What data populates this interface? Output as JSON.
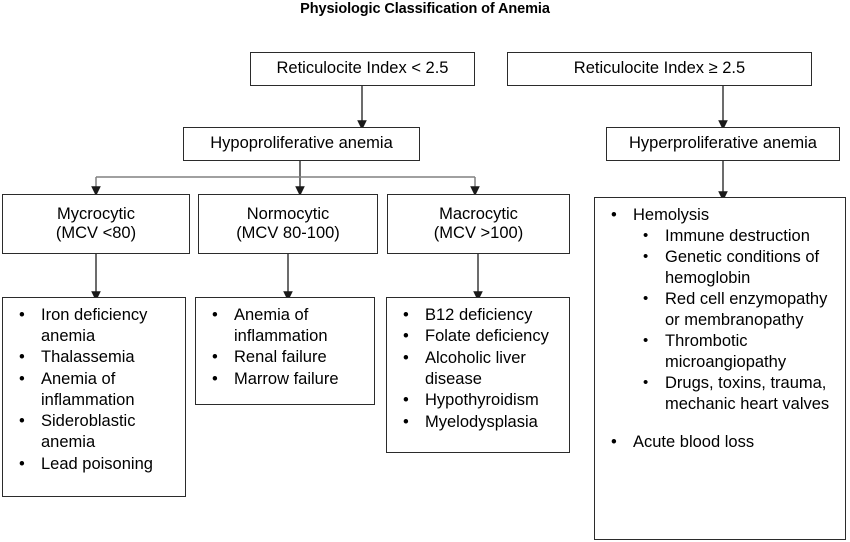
{
  "title": "Physiologic Classification of Anemia",
  "colors": {
    "box_border": "#2b2b2b",
    "connector": "#3a3a3a",
    "background": "#ffffff",
    "text": "#000000"
  },
  "nodes": {
    "retic_low": "Reticulocite Index < 2.5",
    "retic_high": "Reticulocite Index ≥ 2.5",
    "hypoproliferative": "Hypoproliferative anemia",
    "hyperproliferative": "Hyperproliferative anemia",
    "mycrocytic_line1": "Mycrocytic",
    "mycrocytic_line2": "(MCV <80)",
    "normocytic_line1": "Normocytic",
    "normocytic_line2": "(MCV 80-100)",
    "macrocytic_line1": "Macrocytic",
    "macrocytic_line2": "(MCV >100)"
  },
  "lists": {
    "mycrocytic_causes": [
      "Iron deficiency anemia",
      "Thalassemia",
      "Anemia of inflammation",
      "Sideroblastic anemia",
      "Lead poisoning"
    ],
    "normocytic_causes": [
      "Anemia of inflammation",
      "Renal failure",
      "Marrow failure"
    ],
    "macrocytic_causes": [
      "B12 deficiency",
      "Folate deficiency",
      "Alcoholic liver disease",
      "Hypothyroidism",
      "Myelodysplasia"
    ],
    "hyperproliferative_causes": [
      "Hemolysis",
      "Acute blood loss"
    ],
    "hemolysis_subcauses": [
      "Immune destruction",
      "Genetic conditions of hemoglobin",
      "Red cell enzymopathy or membranopathy",
      "Thrombotic microangiopathy",
      "Drugs, toxins, trauma, mechanic heart valves"
    ]
  },
  "bullet_glyph": "•"
}
